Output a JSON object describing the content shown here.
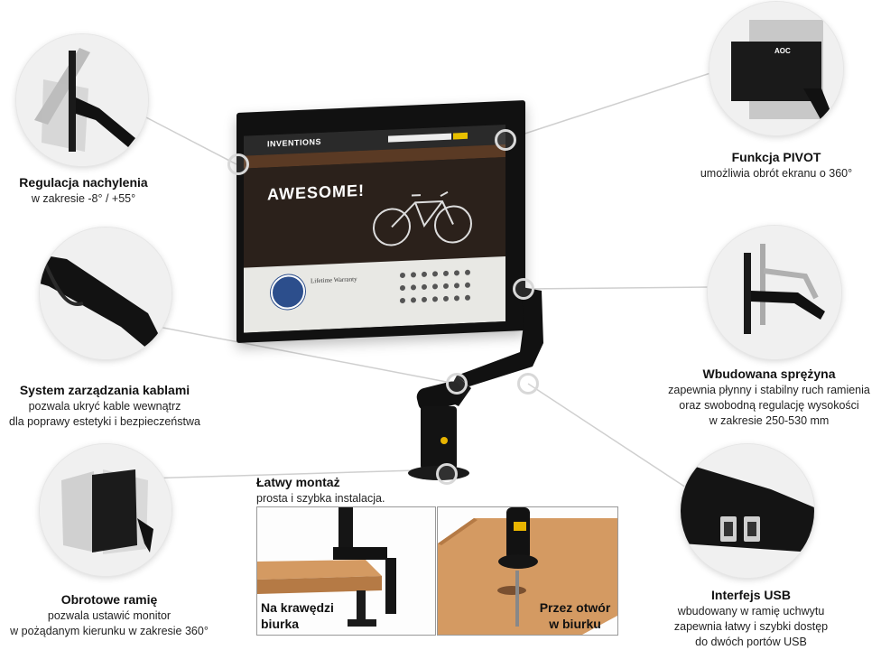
{
  "features": {
    "tilt": {
      "title": "Regulacja nachylenia",
      "lines": [
        "w zakresie -8° / +55°"
      ]
    },
    "pivot": {
      "title": "Funkcja PIVOT",
      "lines": [
        "umożliwia obrót ekranu o 360°"
      ]
    },
    "cable": {
      "title": "System zarządzania kablami",
      "lines": [
        "pozwala ukryć kable wewnątrz",
        "dla poprawy estetyki i bezpieczeństwa"
      ]
    },
    "spring": {
      "title": "Wbudowana sprężyna",
      "lines": [
        "zapewnia płynny i stabilny ruch ramienia",
        "oraz swobodną regulację wysokości",
        "w zakresie 250-530 mm"
      ]
    },
    "mount": {
      "title": "Łatwy montaż",
      "lines": [
        "prosta i szybka instalacja."
      ]
    },
    "swivel": {
      "title": "Obrotowe ramię",
      "lines": [
        "pozwala ustawić monitor",
        "w pożądanym kierunku w zakresie 360°"
      ]
    },
    "usb": {
      "title": "Interfejs USB",
      "lines": [
        "wbudowany w ramię uchwytu",
        "zapewnia łatwy i szybki dostęp",
        "do dwóch portów USB"
      ]
    }
  },
  "mount_options": {
    "edge_label": [
      "Na krawędzi",
      "biurka"
    ],
    "hole_label": [
      "Przez otwór",
      "w biurku"
    ]
  },
  "screen_content": {
    "logo": "INVENTIONS",
    "headline": "AWESOME!",
    "warranty": "Lifetime Warranty"
  },
  "detail_monitor_brand": "AOC",
  "colors": {
    "arm": "#111111",
    "accent": "#e8b400",
    "wood": "#c98a55"
  }
}
